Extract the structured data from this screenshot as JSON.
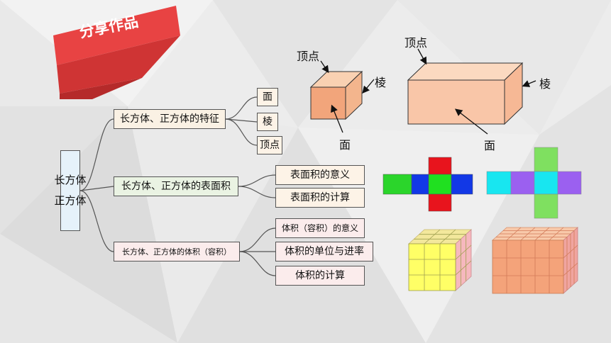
{
  "banner": {
    "title": "分享作品",
    "color": "#e84343"
  },
  "mindmap": {
    "root": {
      "lines": [
        "长方体",
        "正方体"
      ]
    },
    "branches": [
      {
        "label": "长方体、正方体的特征",
        "children": [
          "面",
          "棱",
          "顶点"
        ]
      },
      {
        "label": "长方体、正方体的表面积",
        "children": [
          "表面积的意义",
          "表面积的计算"
        ]
      },
      {
        "label": "长方体、正方体的体积（容积）",
        "children": [
          "体积（容积）的意义",
          "体积的单位与进率",
          "体积的计算"
        ]
      }
    ]
  },
  "cube_labels": {
    "vertex": "顶点",
    "edge": "棱",
    "face": "面"
  },
  "cuboid_labels": {
    "vertex": "顶点",
    "edge": "棱",
    "face": "面"
  },
  "nets": {
    "cube_net_colors": [
      "#e8141d",
      "#2bd52b",
      "#1238e6",
      "#20e020",
      "#1238e6",
      "#e8141d"
    ],
    "cuboid_net_colors": [
      "#7fe060",
      "#18e6f0",
      "#9b60f0",
      "#18e6f0",
      "#9b60f0",
      "#7fe060"
    ]
  },
  "unit_blocks": {
    "cube_color": "#ffff66",
    "cuboid_color": "#f4a37a"
  }
}
